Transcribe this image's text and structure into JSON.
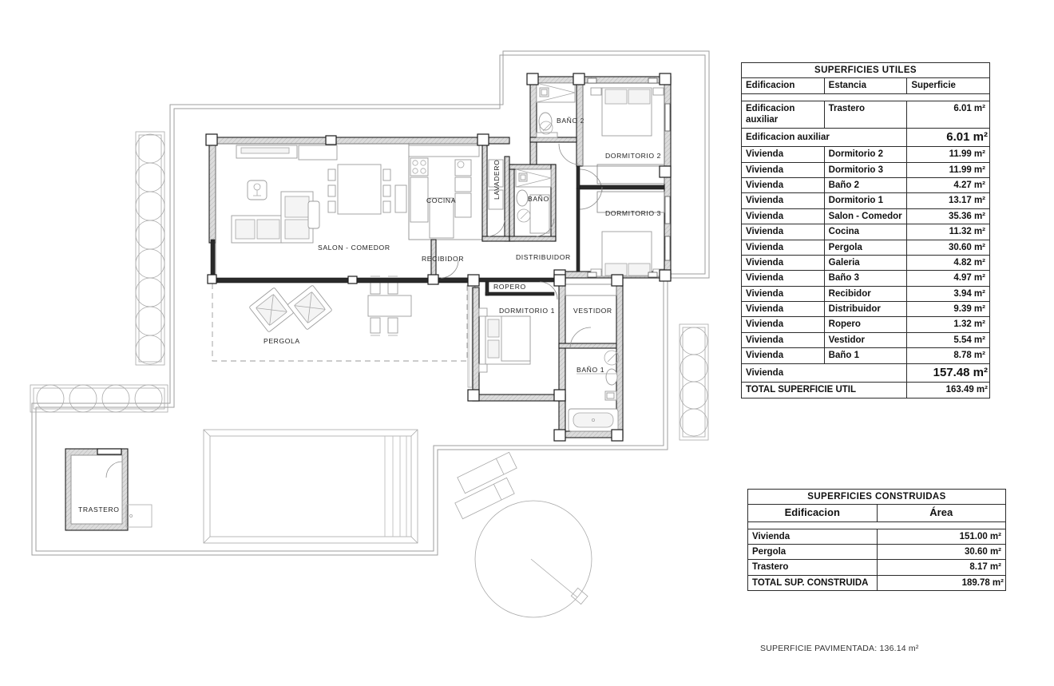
{
  "document": {
    "type": "architectural-floor-plan",
    "pavimentada_note": "SUPERFICIE PAVIMENTADA: 136.14 m²"
  },
  "tables": {
    "utiles": {
      "title": "SUPERFICIES UTILES",
      "headers": {
        "edificacion": "Edificacion",
        "estancia": "Estancia",
        "superficie": "Superficie"
      },
      "aux_row": {
        "edificacion_line1": "Edificacion",
        "edificacion_line2": "auxiliar",
        "estancia": "Trastero",
        "superficie": "6.01 m²"
      },
      "aux_subtotal": {
        "label": "Edificacion auxiliar",
        "value": "6.01 m²"
      },
      "rows": [
        {
          "edificacion": "Vivienda",
          "estancia": "Dormitorio 2",
          "superficie": "11.99 m²"
        },
        {
          "edificacion": "Vivienda",
          "estancia": "Dormitorio 3",
          "superficie": "11.99 m²"
        },
        {
          "edificacion": "Vivienda",
          "estancia": "Baño 2",
          "superficie": "4.27 m²"
        },
        {
          "edificacion": "Vivienda",
          "estancia": "Dormitorio 1",
          "superficie": "13.17 m²"
        },
        {
          "edificacion": "Vivienda",
          "estancia": "Salon  - Comedor",
          "superficie": "35.36 m²"
        },
        {
          "edificacion": "Vivienda",
          "estancia": "Cocina",
          "superficie": "11.32 m²"
        },
        {
          "edificacion": "Vivienda",
          "estancia": "Pergola",
          "superficie": "30.60 m²"
        },
        {
          "edificacion": "Vivienda",
          "estancia": "Galeria",
          "superficie": "4.82 m²"
        },
        {
          "edificacion": "Vivienda",
          "estancia": "Baño 3",
          "superficie": "4.97 m²"
        },
        {
          "edificacion": "Vivienda",
          "estancia": "Recibidor",
          "superficie": "3.94 m²"
        },
        {
          "edificacion": "Vivienda",
          "estancia": "Distribuidor",
          "superficie": "9.39 m²"
        },
        {
          "edificacion": "Vivienda",
          "estancia": "Ropero",
          "superficie": "1.32 m²"
        },
        {
          "edificacion": "Vivienda",
          "estancia": "Vestidor",
          "superficie": "5.54 m²"
        },
        {
          "edificacion": "Vivienda",
          "estancia": "Baño 1",
          "superficie": "8.78 m²"
        }
      ],
      "vivienda_subtotal": {
        "label": "Vivienda",
        "value": "157.48 m²"
      },
      "total": {
        "label": "TOTAL SUPERFICIE UTIL",
        "value": "163.49 m²"
      }
    },
    "construidas": {
      "title": "SUPERFICIES CONSTRUIDAS",
      "headers": {
        "edificacion": "Edificacion",
        "area": "Área"
      },
      "rows": [
        {
          "edificacion": "Vivienda",
          "area": "151.00 m²"
        },
        {
          "edificacion": "Pergola",
          "area": "30.60 m²"
        },
        {
          "edificacion": "Trastero",
          "area": "8.17 m²"
        }
      ],
      "total": {
        "label": "TOTAL SUP. CONSTRUIDA",
        "value": "189.78 m²"
      }
    }
  },
  "plan": {
    "room_labels": {
      "salon_comedor": "SALON - COMEDOR",
      "cocina": "COCINA",
      "lavadero": "LAVADERO",
      "bano2": "BAÑO 2",
      "bano": "BAÑO",
      "dormitorio2": "DORMITORIO 2",
      "dormitorio3": "DORMITORIO 3",
      "distribuidor": "DISTRIBUIDOR",
      "recibidor": "RECIBIDOR",
      "ropero": "ROPERO",
      "dormitorio1": "DORMITORIO 1",
      "vestidor": "VESTIDOR",
      "bano1": "BAÑO 1",
      "pergola": "PERGOLA",
      "trastero": "TRASTERO"
    },
    "colors": {
      "wall_fill": "#d8d8d8",
      "wall_stroke": "#1a1a1a",
      "thin_line": "#8a8a8a",
      "furniture": "#9a9a9a",
      "background": "#ffffff"
    },
    "features": {
      "pool": "swimming-pool",
      "trees_left_count": 8,
      "trees_right_count": 4,
      "trees_bottom_count": 4,
      "sun_loungers": 2,
      "round_terrace": "circular-paving-feature"
    }
  }
}
